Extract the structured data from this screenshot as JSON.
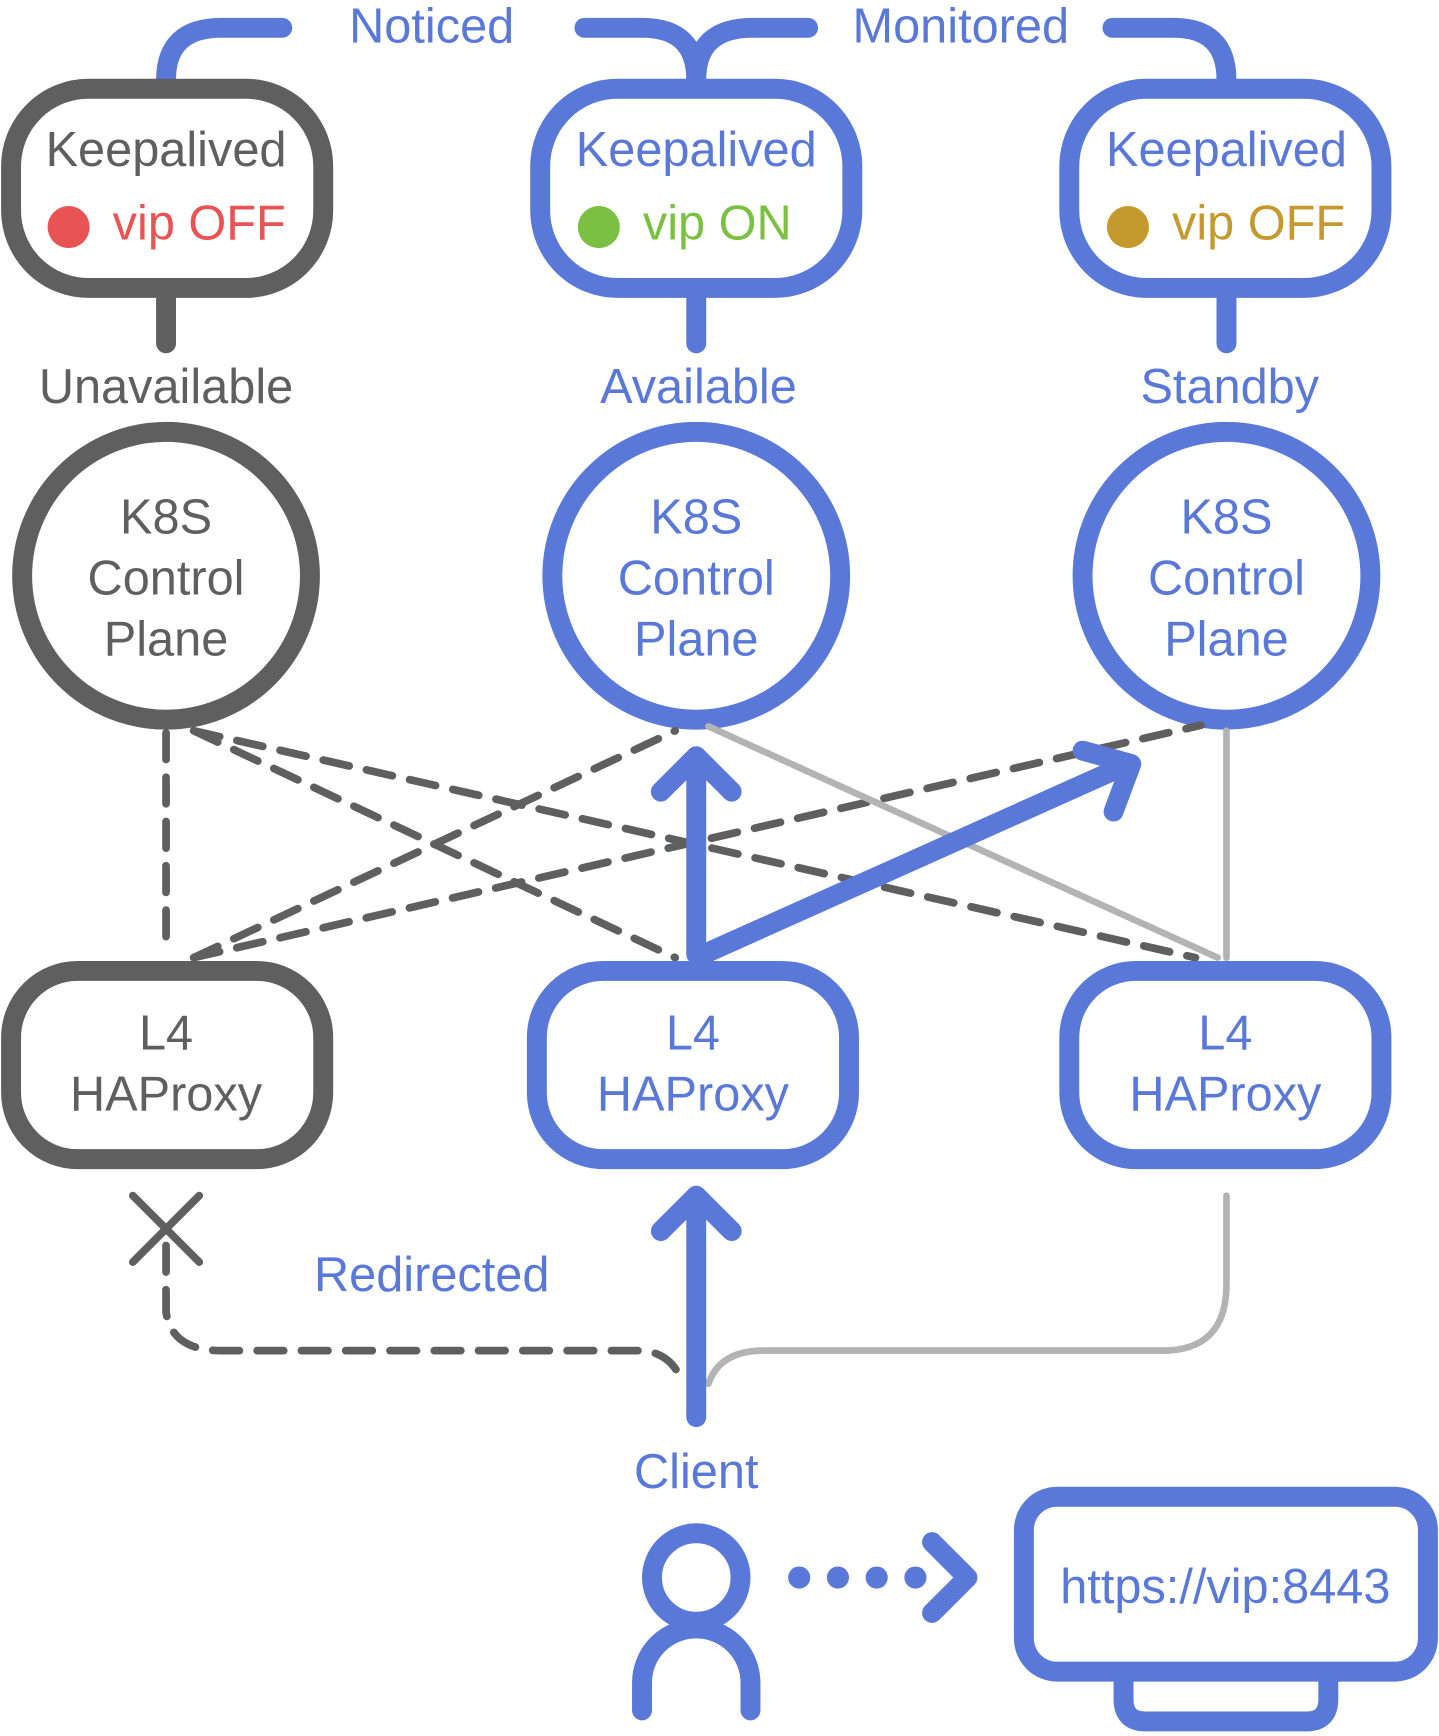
{
  "colors": {
    "active": "#5a78d8",
    "inactive": "#5f5f5f",
    "passive": "#b3b3b3",
    "vip_off_red": "#e85454",
    "vip_on_green": "#7bc043",
    "vip_off_gold": "#c49a2e"
  },
  "top_labels": {
    "noticed": "Noticed",
    "monitored": "Monitored"
  },
  "nodes": [
    {
      "keepalived": "Keepalived",
      "vip": "vip OFF",
      "status": "Unavailable",
      "cp": [
        "K8S",
        "Control",
        "Plane"
      ],
      "lb": [
        "L4",
        "HAProxy"
      ]
    },
    {
      "keepalived": "Keepalived",
      "vip": "vip ON",
      "status": "Available",
      "cp": [
        "K8S",
        "Control",
        "Plane"
      ],
      "lb": [
        "L4",
        "HAProxy"
      ]
    },
    {
      "keepalived": "Keepalived",
      "vip": "vip OFF",
      "status": "Standby",
      "cp": [
        "K8S",
        "Control",
        "Plane"
      ],
      "lb": [
        "L4",
        "HAProxy"
      ]
    }
  ],
  "redirected": "Redirected",
  "client": "Client",
  "url": "https://vip:8443",
  "icons": [
    "user-icon",
    "monitor-icon",
    "x-icon",
    "arrow-icon"
  ]
}
